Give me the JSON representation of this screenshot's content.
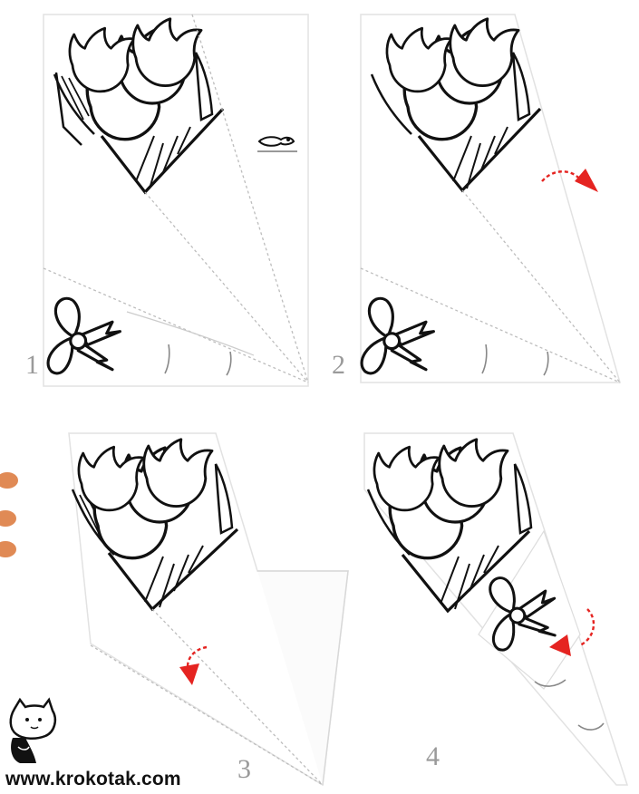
{
  "steps": [
    {
      "number": "1"
    },
    {
      "number": "2"
    },
    {
      "number": "3"
    },
    {
      "number": "4"
    }
  ],
  "website": "www.krokotak.com",
  "small_logo_text": "www.krokotak.com",
  "colors": {
    "arrow": "#e52421",
    "line_art": "#111111",
    "fold_line": "#b8b8b8",
    "step_number": "#9a9a9a",
    "finger": "#e08a55"
  },
  "icons": [
    "cat-mascot-icon",
    "krokotak-logo-icon",
    "fold-arrow-icon"
  ]
}
